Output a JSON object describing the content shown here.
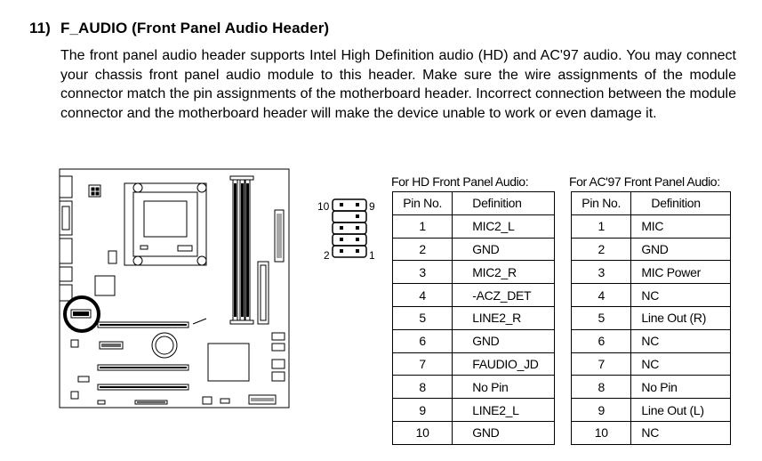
{
  "section": {
    "number": "11)",
    "title": "F_AUDIO  (Front Panel Audio Header)",
    "paragraph": "The front panel audio header supports Intel High Definition audio (HD) and AC'97 audio. You may connect your chassis front panel audio module to this header. Make sure the wire assignments of the module connector match the pin assignments of the motherboard header. Incorrect connection between the module connector and the motherboard header will make the device unable to work or even damage it."
  },
  "header_diagram": {
    "pin_top_left": "10",
    "pin_top_right": "9",
    "pin_bottom_left": "2",
    "pin_bottom_right": "1"
  },
  "hd_table": {
    "caption": "For HD  Front Panel Audio:",
    "headers": [
      "Pin No.",
      "Definition"
    ],
    "rows": [
      [
        "1",
        "MIC2_L"
      ],
      [
        "2",
        "GND"
      ],
      [
        "3",
        "MIC2_R"
      ],
      [
        "4",
        "-ACZ_DET"
      ],
      [
        "5",
        "LINE2_R"
      ],
      [
        "6",
        "GND"
      ],
      [
        "7",
        "FAUDIO_JD"
      ],
      [
        "8",
        "No Pin"
      ],
      [
        "9",
        "LINE2_L"
      ],
      [
        "10",
        "GND"
      ]
    ]
  },
  "ac97_table": {
    "caption": "For  AC'97 Front Panel Audio:",
    "headers": [
      "Pin No.",
      "Definition"
    ],
    "rows": [
      [
        "1",
        "MIC"
      ],
      [
        "2",
        "GND"
      ],
      [
        "3",
        "MIC Power"
      ],
      [
        "4",
        "NC"
      ],
      [
        "5",
        "Line Out (R)"
      ],
      [
        "6",
        "NC"
      ],
      [
        "7",
        "NC"
      ],
      [
        "8",
        "No Pin"
      ],
      [
        "9",
        "Line Out (L)"
      ],
      [
        "10",
        "NC"
      ]
    ]
  }
}
